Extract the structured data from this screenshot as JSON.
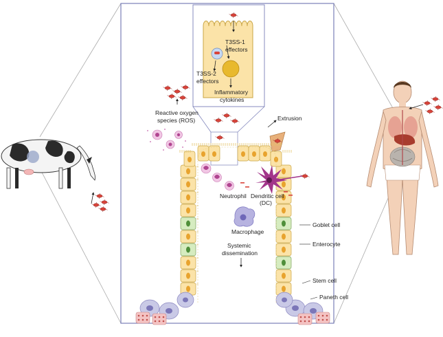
{
  "labels": {
    "t3ss1_line1": "T3SS-1",
    "t3ss1_line2": "effectors",
    "t3ss2_line1": "T3SS-2",
    "t3ss2_line2": "effectors",
    "cytokines_line1": "Inflammatory",
    "cytokines_line2": "cytokines",
    "ros_line1": "Reactive oxygen",
    "ros_line2": "species (ROS)",
    "extrusion": "Extrusion",
    "neutrophil": "Neutrophil",
    "dc_line1": "Dendritic cell",
    "dc_line2": "(DC)",
    "macrophage": "Macrophage",
    "dissemination_line1": "Systemic",
    "dissemination_line2": "dissemination",
    "goblet": "Goblet cell",
    "enterocyte": "Enterocyte",
    "stem": "Stem cell",
    "paneth": "Paneth cell"
  },
  "colors": {
    "frame": "#7a7fb8",
    "enterocyte_fill": "#fbe3a8",
    "enterocyte_stroke": "#c9a545",
    "nucleus": "#e8a32e",
    "goblet_fill": "#d6ecc0",
    "stem_fill": "#c9c9e6",
    "paneth_fill": "#f4c3c3",
    "bacteria": "#d9443b",
    "neutrophil": "#e6a4d2",
    "dendritic": "#a2358a",
    "macrophage": "#b7b3e0"
  }
}
